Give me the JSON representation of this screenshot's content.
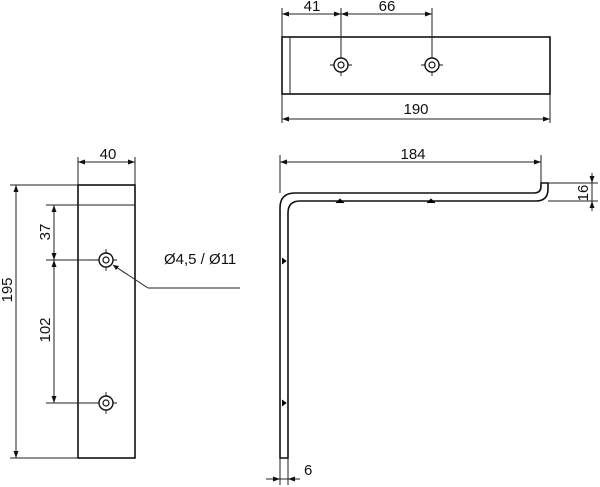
{
  "top_view": {
    "dim_first_hole": "41",
    "dim_hole_spacing": "66",
    "dim_total_length": "190"
  },
  "front_view": {
    "dim_width": "40",
    "dim_height": "195",
    "dim_top_to_hole": "37",
    "dim_hole_spacing": "102",
    "hole_callout": "Ø4,5 / Ø11"
  },
  "side_view": {
    "dim_length": "184",
    "dim_lip_height": "16",
    "dim_thickness": "6"
  }
}
